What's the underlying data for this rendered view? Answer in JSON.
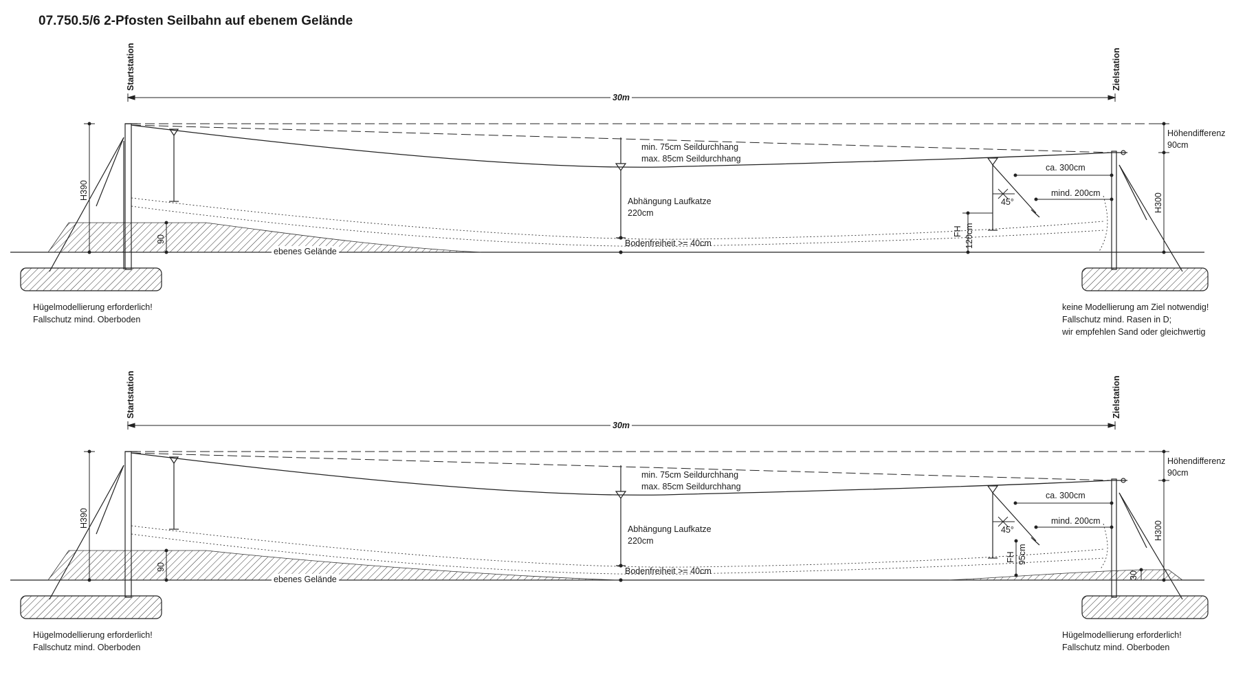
{
  "title": "07.750.5/6 2-Pfosten Seilbahn auf ebenem Gelände",
  "panels": [
    {
      "id": "panel-1",
      "start_station": "Startstation",
      "goal_station": "Zielstation",
      "span": "30m",
      "h_start": "H390",
      "h_goal": "H300",
      "height_diff_line1": "Höhendifferenz",
      "height_diff_line2": "90cm",
      "sag_min": "min. 75cm Seildurchhang",
      "sag_max": "max. 85cm Seildurchhang",
      "trolley_line1": "Abhängung Laufkatze",
      "trolley_line2": "220cm",
      "clearance": "Bodenfreiheit >= 40cm",
      "ground": "ebenes Gelände",
      "hill_height": "90",
      "ca_300": "ca. 300cm",
      "min_200": "mind. 200cm",
      "angle": "45°",
      "fh": "FH",
      "fh_value": "120cm",
      "goal_hill": "",
      "note_left": [
        "Hügelmodellierung erforderlich!",
        "Fallschutz mind. Oberboden"
      ],
      "note_right": [
        "keine Modellierung am Ziel notwendig!",
        "Fallschutz mind. Rasen in D;",
        "wir empfehlen Sand oder gleichwertig"
      ]
    },
    {
      "id": "panel-2",
      "start_station": "Startstation",
      "goal_station": "Zielstation",
      "span": "30m",
      "h_start": "H390",
      "h_goal": "H300",
      "height_diff_line1": "Höhendifferenz",
      "height_diff_line2": "90cm",
      "sag_min": "min. 75cm Seildurchhang",
      "sag_max": "max. 85cm Seildurchhang",
      "trolley_line1": "Abhängung Laufkatze",
      "trolley_line2": "220cm",
      "clearance": "Bodenfreiheit >= 40cm",
      "ground": "ebenes Gelände",
      "hill_height": "90",
      "ca_300": "ca. 300cm",
      "min_200": "mind. 200cm",
      "angle": "45°",
      "fh": "FH",
      "fh_value": "95cm",
      "goal_hill": "30",
      "note_left": [
        "Hügelmodellierung erforderlich!",
        "Fallschutz mind. Oberboden"
      ],
      "note_right": [
        "Hügelmodellierung erforderlich!",
        "Fallschutz mind. Oberboden"
      ]
    }
  ]
}
